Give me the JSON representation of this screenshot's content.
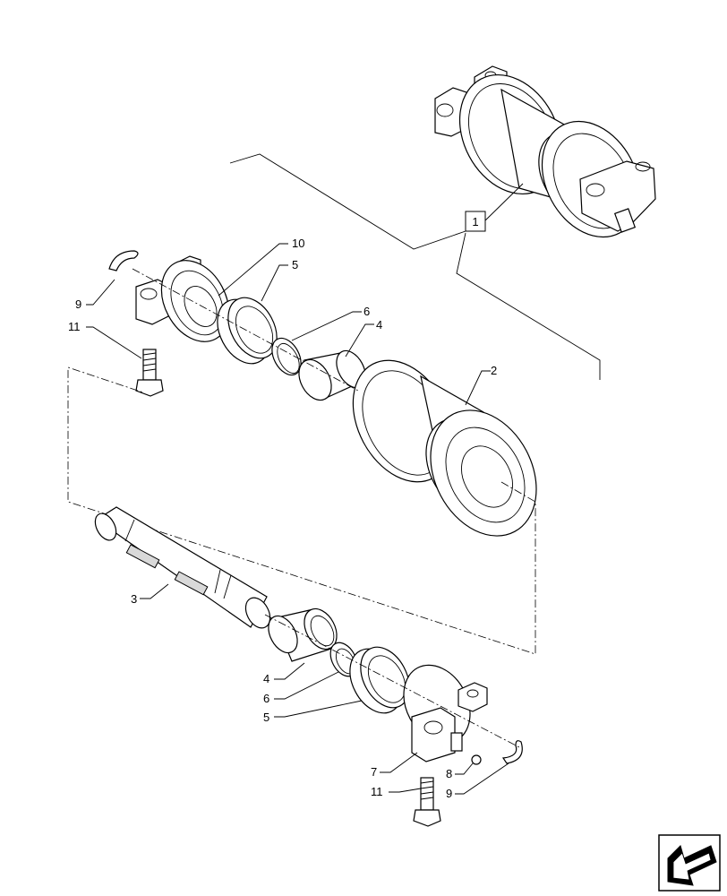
{
  "callouts": [
    {
      "id": "ref-1",
      "label": "1"
    },
    {
      "id": "c2",
      "label": "2"
    },
    {
      "id": "c3",
      "label": "3"
    },
    {
      "id": "c4a",
      "label": "4"
    },
    {
      "id": "c4b",
      "label": "4"
    },
    {
      "id": "c5a",
      "label": "5"
    },
    {
      "id": "c5b",
      "label": "5"
    },
    {
      "id": "c6a",
      "label": "6"
    },
    {
      "id": "c6b",
      "label": "6"
    },
    {
      "id": "c7",
      "label": "7"
    },
    {
      "id": "c8",
      "label": "8"
    },
    {
      "id": "c9a",
      "label": "9"
    },
    {
      "id": "c9b",
      "label": "9"
    },
    {
      "id": "c10",
      "label": "10"
    },
    {
      "id": "c11a",
      "label": "11"
    },
    {
      "id": "c11b",
      "label": "11"
    }
  ],
  "nav_icon": "direction-arrow-icon"
}
